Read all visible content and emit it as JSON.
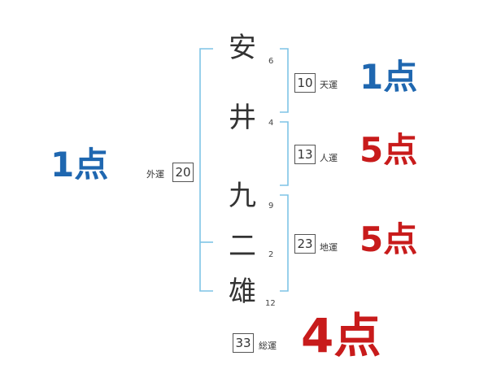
{
  "name_chars": [
    {
      "char": "安",
      "strokes": "6"
    },
    {
      "char": "井",
      "strokes": "4"
    },
    {
      "char": "九",
      "strokes": "9"
    },
    {
      "char": "二",
      "strokes": "2"
    },
    {
      "char": "雄",
      "strokes": "12"
    }
  ],
  "fortunes": {
    "tenkaku": {
      "value": "10",
      "label": "天運",
      "score": "1点"
    },
    "jinkaku": {
      "value": "13",
      "label": "人運",
      "score": "5点"
    },
    "chikaku": {
      "value": "23",
      "label": "地運",
      "score": "5点"
    },
    "gaikaku": {
      "value": "20",
      "label": "外運",
      "score": "1点"
    },
    "soukaku": {
      "value": "33",
      "label": "総運",
      "score": "4点"
    }
  },
  "colors": {
    "bracket": "#7fc4e6",
    "blue_score": "#1f67b0",
    "red_score": "#c81b1b"
  }
}
